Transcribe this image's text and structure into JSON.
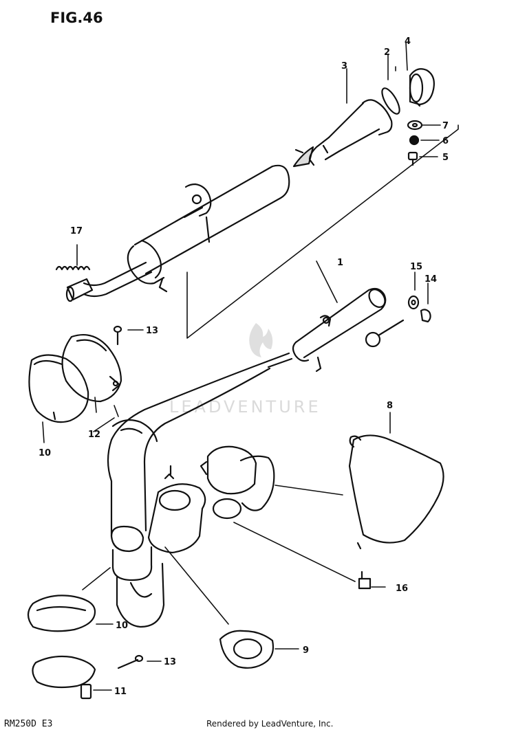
{
  "figure": {
    "title": "FIG.46"
  },
  "footer": {
    "model_code": "RM250D  E3",
    "credit": "Rendered by LeadVenture, Inc."
  },
  "watermark": {
    "text": "LEADVENTURE"
  },
  "callouts": [
    {
      "id": "c1",
      "label": "1"
    },
    {
      "id": "c2",
      "label": "2"
    },
    {
      "id": "c3",
      "label": "3"
    },
    {
      "id": "c4",
      "label": "4"
    },
    {
      "id": "c5",
      "label": "5"
    },
    {
      "id": "c6",
      "label": "6"
    },
    {
      "id": "c7",
      "label": "7"
    },
    {
      "id": "c8",
      "label": "8"
    },
    {
      "id": "c9",
      "label": "9"
    },
    {
      "id": "c10a",
      "label": "10"
    },
    {
      "id": "c10b",
      "label": "10"
    },
    {
      "id": "c11",
      "label": "11"
    },
    {
      "id": "c12",
      "label": "12"
    },
    {
      "id": "c13a",
      "label": "13"
    },
    {
      "id": "c13b",
      "label": "13"
    },
    {
      "id": "c14",
      "label": "14"
    },
    {
      "id": "c15",
      "label": "15"
    },
    {
      "id": "c16",
      "label": "16"
    },
    {
      "id": "c17",
      "label": "17"
    }
  ],
  "colors": {
    "ink": "#111111",
    "watermark": "#d6d6d6",
    "background": "#ffffff"
  }
}
